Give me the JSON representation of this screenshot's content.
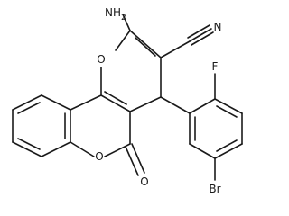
{
  "structure": {
    "atoms": {
      "nh2": "NH",
      "nh2_sub": "2",
      "n_nitrile": "N",
      "f": "F",
      "o_pyran": "O",
      "o_lactone": "O",
      "o_carbonyl": "O",
      "br": "Br"
    }
  }
}
